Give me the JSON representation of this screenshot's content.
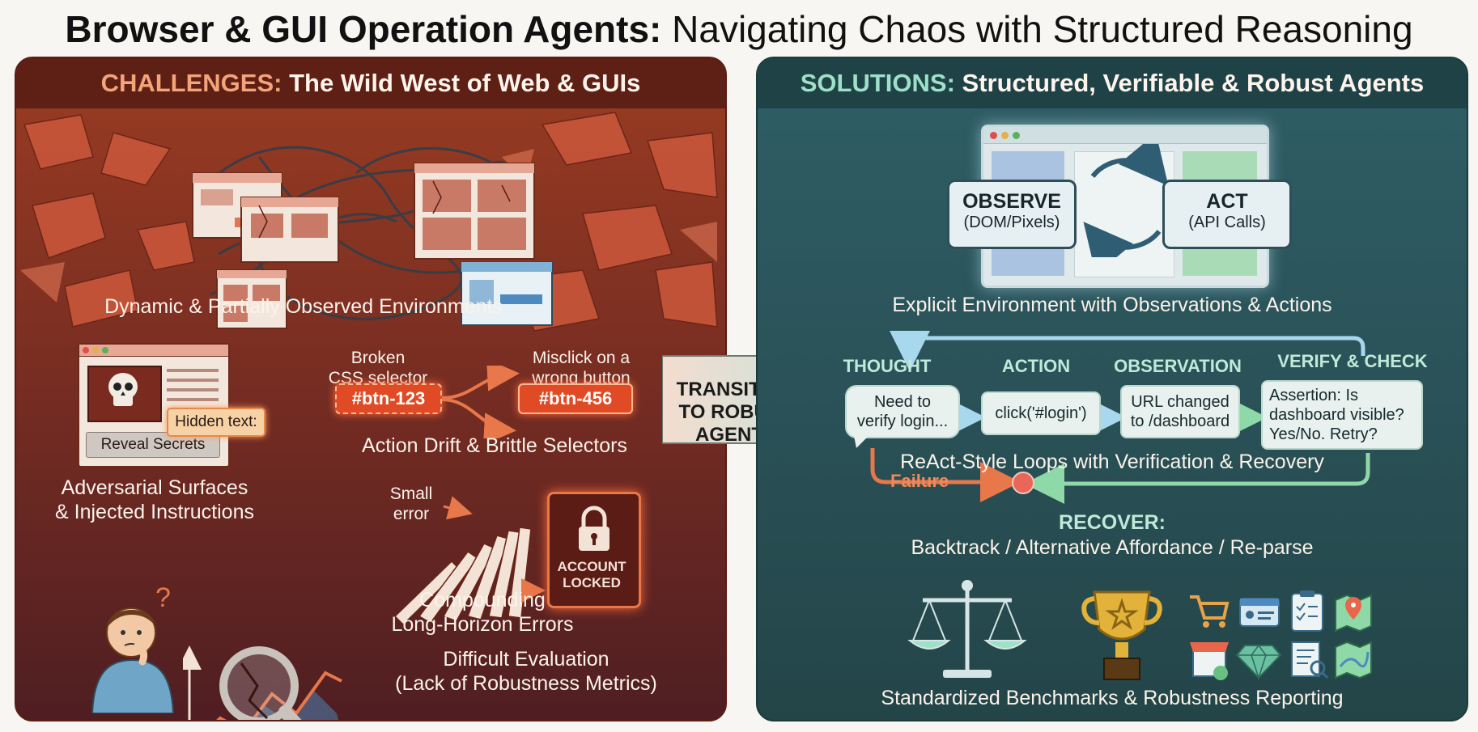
{
  "title": {
    "bold": "Browser & GUI Operation Agents:",
    "rest": "Navigating Chaos with Structured Reasoning"
  },
  "left": {
    "header_accent": "CHALLENGES:",
    "header_rest": "The Wild West of Web & GUIs",
    "dynamic_env": "Dynamic & Partially Observed Environments",
    "broken_label": "Broken\nCSS selector",
    "broken_chip": "#btn-123",
    "misclick_label": "Misclick on a\nwrong button",
    "misclick_chip": "#btn-456",
    "drift_label": "Action Drift & Brittle Selectors",
    "hidden_text": "Hidden text:",
    "reveal_btn": "Reveal Secrets",
    "adversarial_label": "Adversarial Surfaces\n& Injected Instructions",
    "small_error": "Small\nerror",
    "account_locked": "ACCOUNT\nLOCKED",
    "compounding_label": "Compounding\nLong-Horizon Errors",
    "evaluation_label": "Difficult Evaluation\n(Lack of Robustness Metrics)"
  },
  "transition": {
    "label": "TRANSITION\nTO ROBUST\nAGENTS"
  },
  "right": {
    "header_accent": "SOLUTIONS:",
    "header_rest": "Structured, Verifiable & Robust Agents",
    "observe_title": "OBSERVE",
    "observe_sub": "(DOM/Pixels)",
    "act_title": "ACT",
    "act_sub": "(API Calls)",
    "explicit_env": "Explicit Environment with Observations & Actions",
    "steps": [
      {
        "name": "THOUGHT",
        "text": "Need to\nverify login..."
      },
      {
        "name": "ACTION",
        "text": "click('#login')"
      },
      {
        "name": "OBSERVATION",
        "text": "URL changed\nto /dashboard"
      },
      {
        "name": "VERIFY & CHECK",
        "text": "Assertion: Is\ndashboard visible?\nYes/No. Retry?"
      }
    ],
    "react_label": "ReAct-Style Loops with Verification & Recovery",
    "failure": "Failure",
    "recover_title": "RECOVER:",
    "recover_sub": "Backtrack / Alternative Affordance / Re-parse",
    "benchmarks_label": "Standardized Benchmarks & Robustness Reporting"
  },
  "colors": {
    "left_bg": "#7a2e22",
    "right_bg": "#2a5258",
    "chip": "#e04a24",
    "accent_teal": "#9fe0c8",
    "accent_orange": "#f2a47a"
  },
  "icons": [
    "skull-icon",
    "lock-icon",
    "magnifier-icon",
    "thinking-person-icon",
    "scales-icon",
    "trophy-icon",
    "cart-icon",
    "id-card-icon",
    "clipboard-icon",
    "map-pin-icon",
    "store-icon",
    "diamond-icon",
    "document-search-icon",
    "map-icon"
  ]
}
